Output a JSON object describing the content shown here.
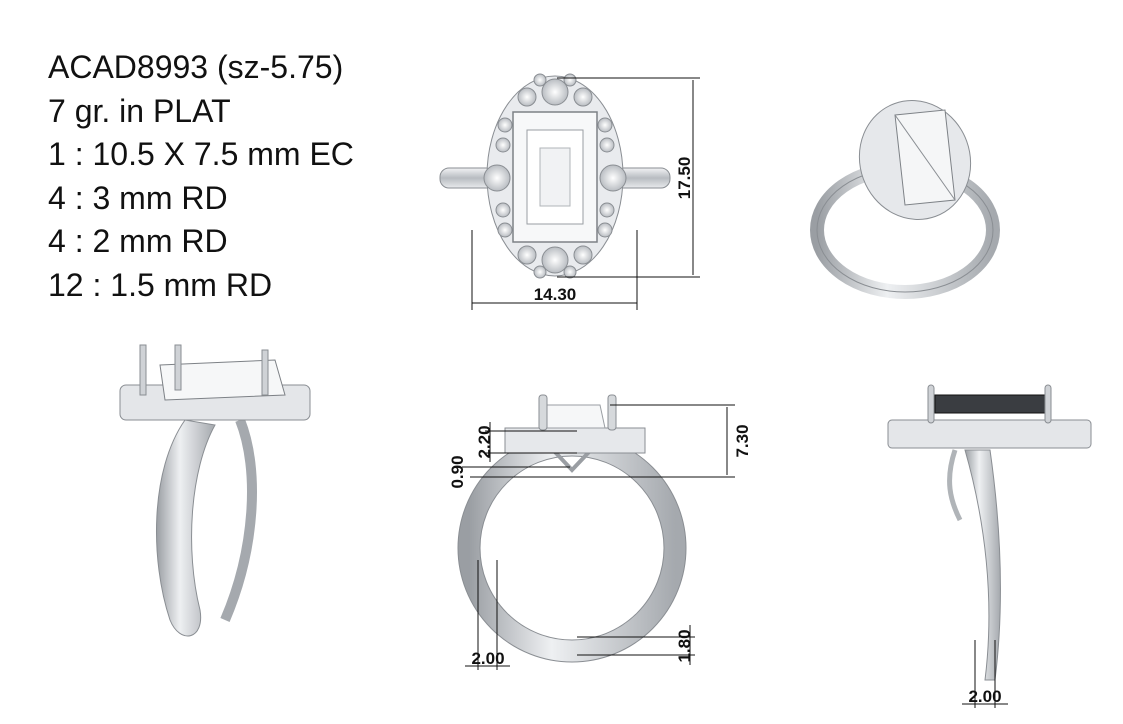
{
  "spec": {
    "lines": [
      "ACAD8993 (sz-5.75)",
      "7 gr.  in PLAT",
      "1 : 10.5 X 7.5 mm EC",
      "4 : 3 mm RD",
      "4 : 2 mm RD",
      "12 : 1.5 mm RD"
    ]
  },
  "dimensions": {
    "top_height": "17.50",
    "top_width": "14.30",
    "front_total_height": "7.30",
    "front_halo_height": "2.20",
    "front_gap": "0.90",
    "front_shank_width": "2.00",
    "front_shank_thickness": "1.80",
    "side_shank_width": "2.00"
  },
  "colors": {
    "metal": "#c9ccd0",
    "metal_dark": "#8a8e93",
    "line": "#111111"
  }
}
